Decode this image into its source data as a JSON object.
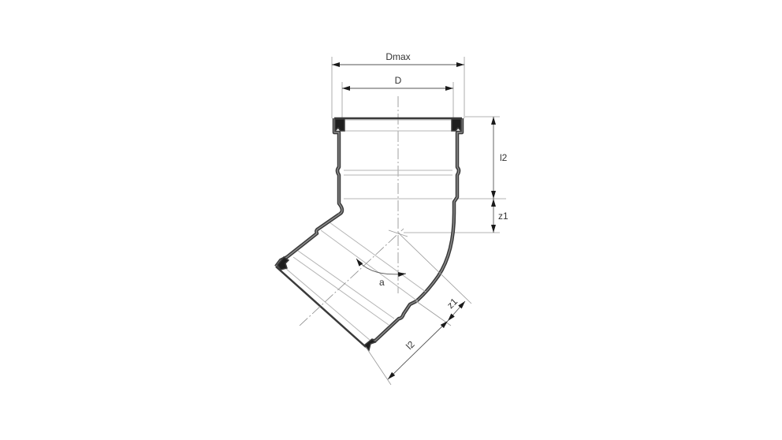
{
  "diagram": {
    "subject": "45-degree pipe elbow with socket ends and seal rings",
    "labels": {
      "dmax": "Dmax",
      "d": "D",
      "l2_top": "l2",
      "z1_top": "z1",
      "angle": "a",
      "z1_bottom": "z1",
      "l2_bottom": "l2"
    },
    "colors": {
      "wall": "#3a3a3a",
      "seal": "#1e1e1e",
      "dimension_line": "#555555",
      "extension_line": "#9a9a9a",
      "background": "#ffffff"
    }
  }
}
